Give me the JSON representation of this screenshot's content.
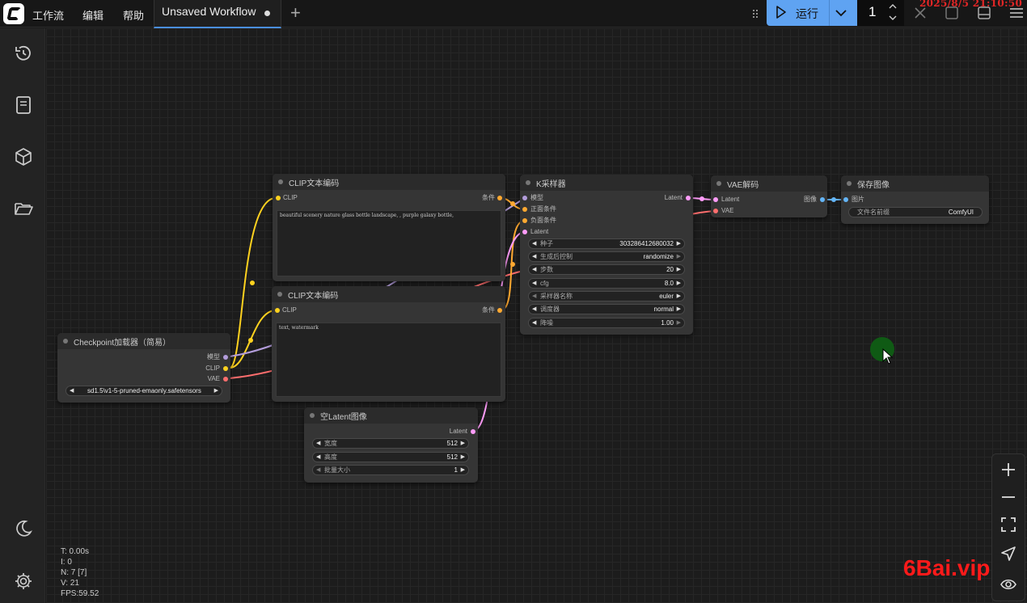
{
  "menu": {
    "workflow": "工作流",
    "edit": "编辑",
    "help": "帮助"
  },
  "tab": {
    "name": "Unsaved Workflow"
  },
  "run": {
    "label": "运行",
    "count": "1"
  },
  "clock": "2025/8/5 21:10:50",
  "icons": {
    "sidebar": [
      "history-icon",
      "book-icon",
      "cube-icon",
      "folder-icon",
      "moon-icon",
      "gear-icon"
    ],
    "top_right": [
      "close-icon",
      "square-icon",
      "panel-icon",
      "hamburger-icon"
    ],
    "zoom": [
      "plus-icon",
      "minus-icon",
      "fit-icon",
      "send-icon",
      "eye-icon"
    ]
  },
  "colors": {
    "clip": "#ffd21f",
    "model": "#b39ddb",
    "vae": "#ff6e6e",
    "conditioning": "#ffa931",
    "latent": "#ff9cf9",
    "image": "#64b5f6",
    "run": "#5fa3f2"
  },
  "nodes": {
    "clip_pos": {
      "title": "CLIP文本编码",
      "in": "CLIP",
      "out": "条件",
      "text": "beautiful scenery nature glass bottle landscape, , purple galaxy bottle,"
    },
    "clip_neg": {
      "title": "CLIP文本编码",
      "in": "CLIP",
      "out": "条件",
      "text": "text, watermark"
    },
    "ksampler": {
      "title": "K采样器",
      "inputs": [
        "模型",
        "正面条件",
        "负面条件",
        "Latent"
      ],
      "out": "Latent",
      "widgets": [
        {
          "name": "种子",
          "value": "303286412680032"
        },
        {
          "name": "生成后控制",
          "value": "randomize"
        },
        {
          "name": "步数",
          "value": "20"
        },
        {
          "name": "cfg",
          "value": "8.0"
        },
        {
          "name": "采样器名称",
          "value": "euler"
        },
        {
          "name": "调度器",
          "value": "normal"
        },
        {
          "name": "降噪",
          "value": "1.00"
        }
      ]
    },
    "vae_decode": {
      "title": "VAE解码",
      "inputs": [
        "Latent",
        "VAE"
      ],
      "out": "图像"
    },
    "save_image": {
      "title": "保存图像",
      "in": "图片",
      "widget_name": "文件名前缀",
      "widget_value": "ComfyUI"
    },
    "checkpoint": {
      "title": "Checkpoint加载器（简易）",
      "outputs": [
        "模型",
        "CLIP",
        "VAE"
      ],
      "value": "sd1.5\\v1-5-pruned-emaonly.safetensors"
    },
    "empty_latent": {
      "title": "空Latent图像",
      "out": "Latent",
      "widgets": [
        {
          "name": "宽度",
          "value": "512"
        },
        {
          "name": "高度",
          "value": "512"
        },
        {
          "name": "批量大小",
          "value": "1"
        }
      ]
    }
  },
  "stats": {
    "t": "T: 0.00s",
    "i": "I: 0",
    "n": "N: 7 [7]",
    "v": "V: 21",
    "fps": "FPS:59.52"
  },
  "watermark": "6Bai.vip"
}
